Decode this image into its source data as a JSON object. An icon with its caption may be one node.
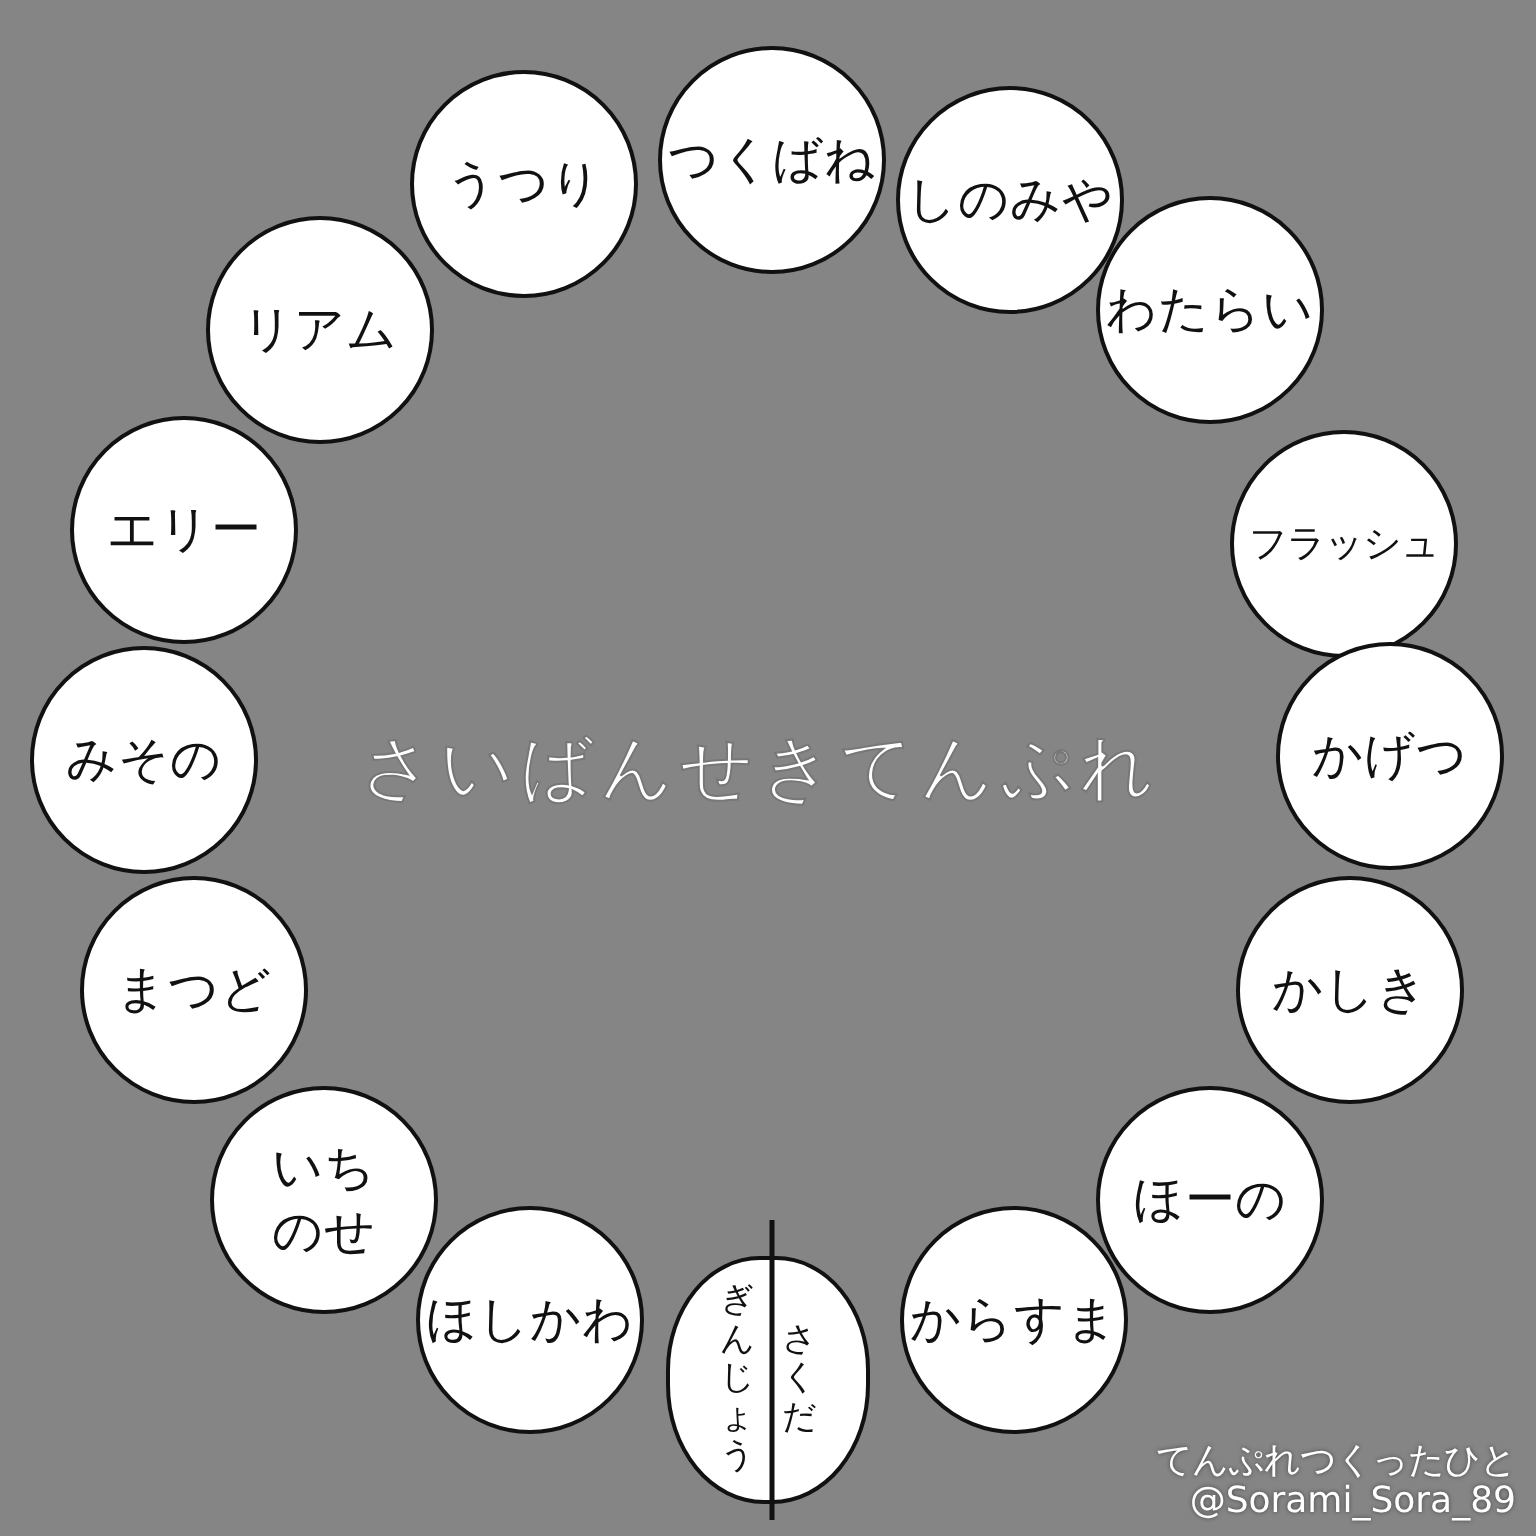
{
  "diagram": {
    "title": "さいばんせきてんぷれ",
    "nodes": [
      {
        "text": [
          "つくばね"
        ]
      },
      {
        "text": [
          "しのみや"
        ]
      },
      {
        "text": [
          "わたらい"
        ]
      },
      {
        "text": [
          "フラッシュ"
        ]
      },
      {
        "text": [
          "かげつ"
        ]
      },
      {
        "text": [
          "かしき"
        ]
      },
      {
        "text": [
          "ほーの"
        ]
      },
      {
        "text": [
          "からすま"
        ]
      },
      {
        "text": [
          "ぎんじょう",
          "さくだ"
        ]
      },
      {
        "text": [
          "ほしかわ"
        ]
      },
      {
        "text": [
          "いちのせ"
        ]
      },
      {
        "text": [
          "まつど"
        ]
      },
      {
        "text": [
          "みその"
        ]
      },
      {
        "text": [
          "エリー"
        ]
      },
      {
        "text": [
          "リアム"
        ]
      },
      {
        "text": [
          "うつり"
        ]
      }
    ],
    "labels": [
      "てんぷれつくったひと",
      "@Sorami_Sora_89"
    ]
  }
}
